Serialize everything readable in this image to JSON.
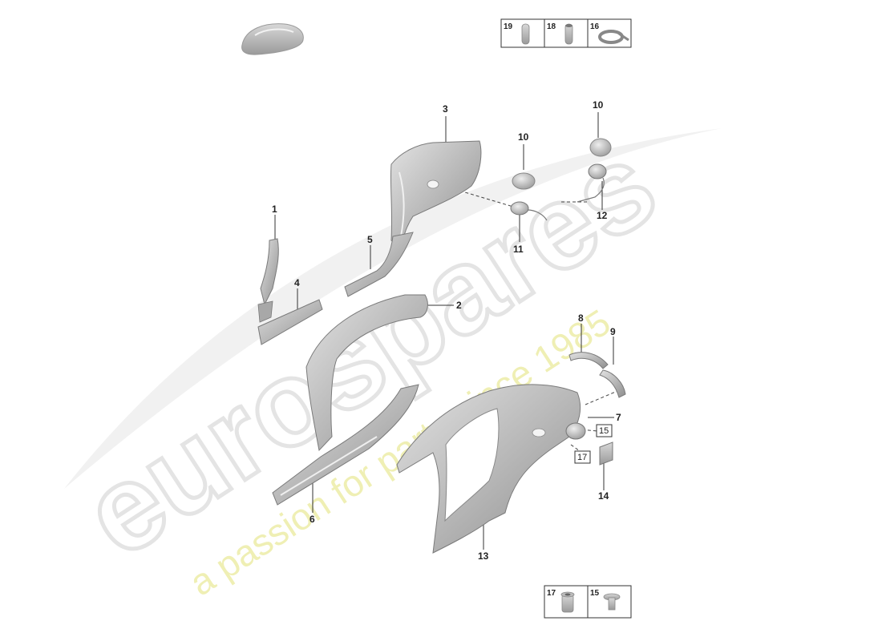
{
  "watermark": {
    "brand": "eurospares",
    "tagline": "a passion for parts since 1985",
    "brand_color": "#e6e6e6",
    "tagline_color": "#eeeeaa"
  },
  "header_table": {
    "cells": [
      {
        "number": "19",
        "icon": "grommet-plug-icon"
      },
      {
        "number": "18",
        "icon": "grommet-plug-icon"
      },
      {
        "number": "16",
        "icon": "seal-tape-roll-icon"
      }
    ]
  },
  "footer_table": {
    "cells": [
      {
        "number": "17",
        "icon": "rivet-nut-icon"
      },
      {
        "number": "15",
        "icon": "rivet-icon"
      }
    ]
  },
  "callouts": {
    "c1": "1",
    "c2": "2",
    "c3": "3",
    "c4": "4",
    "c5": "5",
    "c6": "6",
    "c7": "7",
    "c8": "8",
    "c9": "9",
    "c10a": "10",
    "c10b": "10",
    "c11": "11",
    "c12": "12",
    "c13": "13",
    "c14": "14"
  },
  "boxed_callouts": {
    "b15": "15",
    "b17": "17"
  },
  "colors": {
    "part_fill": "#c9c9c9",
    "part_dark": "#8a8a8a",
    "part_light": "#e4e4e4",
    "line": "#333333"
  }
}
